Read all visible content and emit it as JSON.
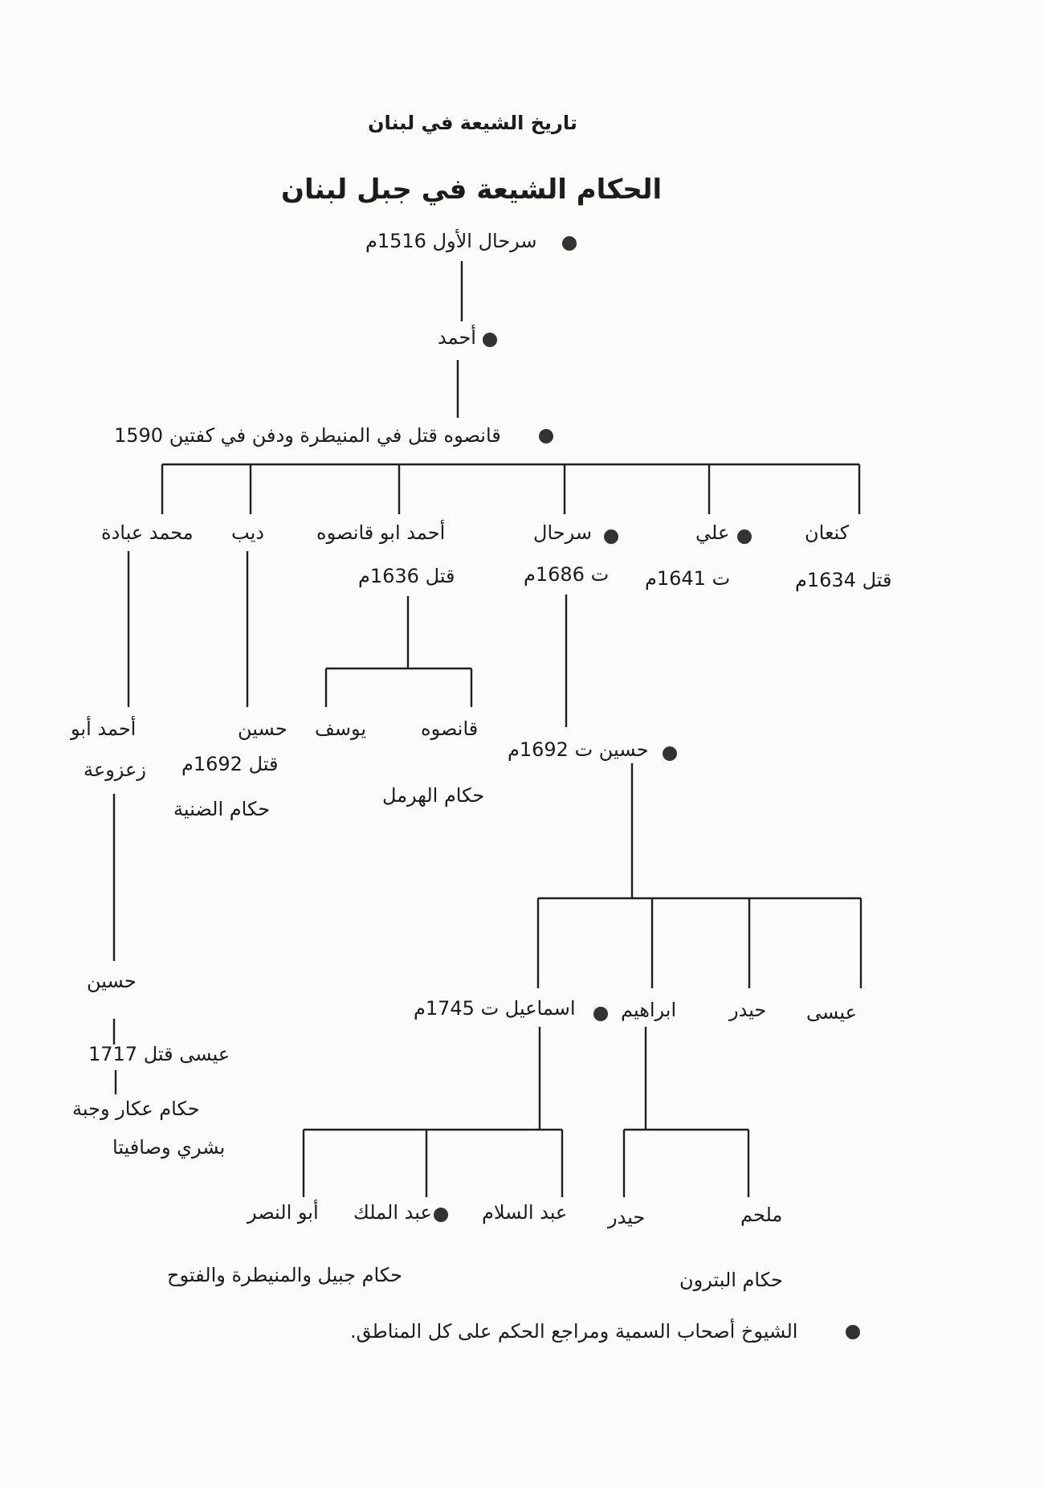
{
  "header": {
    "running_title": "تاريخ الشيعة في لبنان"
  },
  "diagram": {
    "title": "الحكام الشيعة في جبل لبنان",
    "nodes": {
      "sirhal1": "سرحال الأول 1516م",
      "ahmad": "أحمد",
      "qansuh": "قانصوه قتل في المنيطرة ودفن في كفتين 1590",
      "kanaan_name": "كنعان",
      "kanaan_note": "قتل 1634م",
      "ali_name": "علي",
      "ali_note": "ت 1641م",
      "sirhal2_name": "سرحال",
      "sirhal2_note": "ت 1686م",
      "ahmad_abu_qansuh_name": "أحمد ابو قانصوه",
      "ahmad_abu_qansuh_note": "قتل 1636م",
      "dib": "ديب",
      "muhammad_ibada": "محمد عبادة",
      "qansuh2": "قانصوه",
      "yusuf": "يوسف",
      "hermel_rulers": "حكام الهرمل",
      "husayn_dib_name": "حسين",
      "husayn_dib_note": "قتل 1692م",
      "dinniyeh_rulers": "حكام الضنية",
      "ahmad_abu_zaazua_line1": "أحمد أبو",
      "ahmad_abu_zaazua_line2": "زعزوعة",
      "husayn_sirhal": "حسين ت 1692م",
      "isa_a": "عيسى",
      "haydar_a": "حيدر",
      "ibrahim": "ابراهيم",
      "ismail": "اسماعيل ت 1745م",
      "husayn3": "حسين",
      "isa_killed": "عيسى قتل 1717",
      "akkar_rulers_line1": "حكام عكار وجبة",
      "akkar_rulers_line2": "بشري وصافيتا",
      "abd_al_salam": "عبد السلام",
      "abd_al_malik": "عبد الملك",
      "abu_al_nasr": "أبو النصر",
      "haydar_b": "حيدر",
      "mulhim": "ملحم",
      "jbeil_rulers": "حكام جبيل والمنيطرة والفتوح",
      "batroun_rulers": "حكام البترون"
    }
  },
  "legend": {
    "text": "الشيوخ أصحاب السمية ومراجع الحكم على كل المناطق."
  }
}
